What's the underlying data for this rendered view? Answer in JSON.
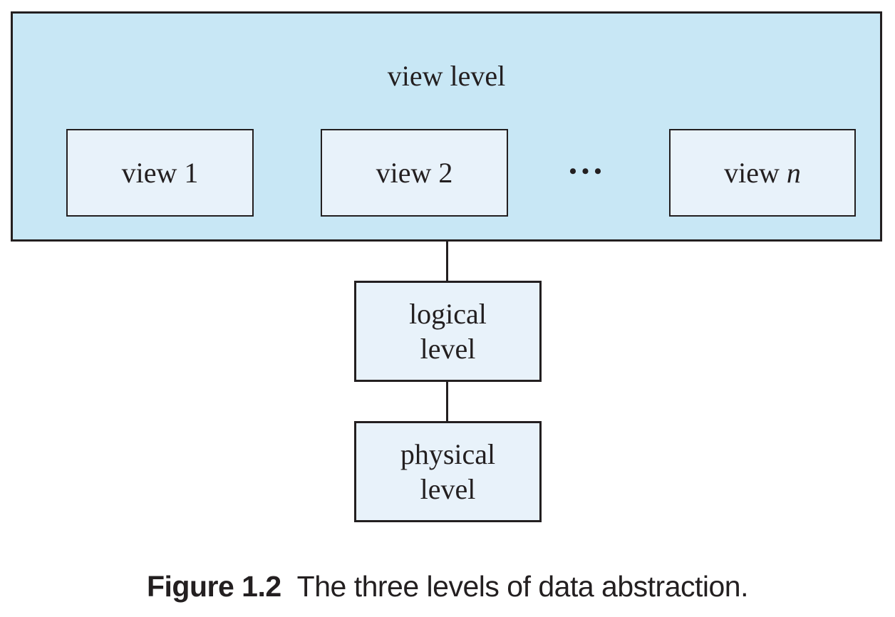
{
  "figure": {
    "view_level": {
      "title": "view level",
      "boxes": [
        {
          "label": "view 1",
          "italic_suffix": ""
        },
        {
          "label": "view 2",
          "italic_suffix": ""
        },
        {
          "label": "view ",
          "italic_suffix": "n"
        }
      ],
      "ellipsis": "•••"
    },
    "levels": [
      {
        "line1": "logical",
        "line2": "level"
      },
      {
        "line1": "physical",
        "line2": "level"
      }
    ]
  },
  "caption": {
    "figure_label": "Figure 1.2",
    "text": "The three levels of data abstraction."
  },
  "colors": {
    "background": "#ffffff",
    "outer_box_fill": "#c8e7f5",
    "inner_box_fill": "#e8f2fa",
    "ink": "#231f20"
  }
}
